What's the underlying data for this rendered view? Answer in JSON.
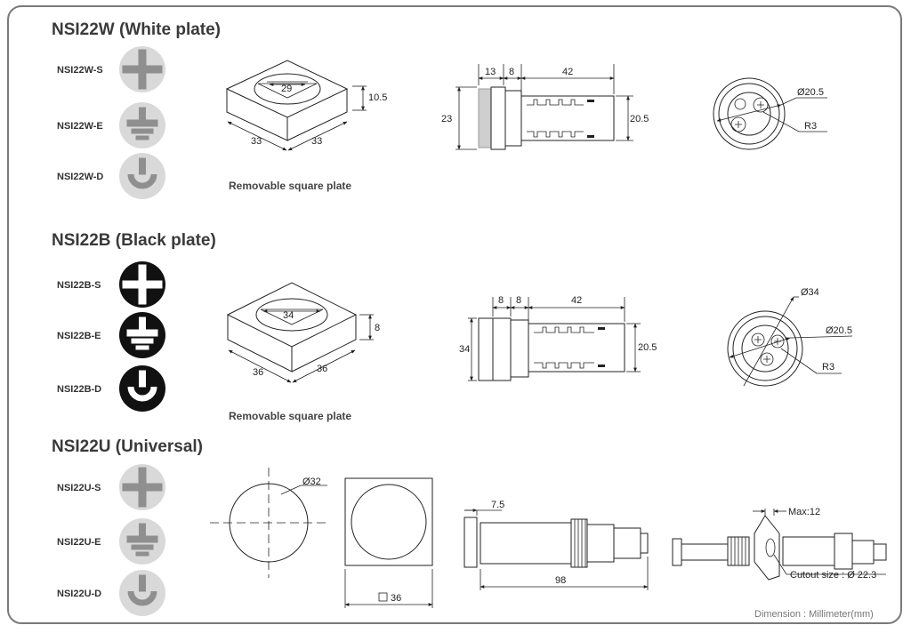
{
  "sections": [
    {
      "title": "NSI22W (White plate)",
      "codes": [
        "NSI22W-S",
        "NSI22W-E",
        "NSI22W-D"
      ],
      "plate_caption": "Removable square plate",
      "plate_dims": {
        "inner": "29",
        "height": "10.5",
        "left": "33",
        "right": "33"
      },
      "side_dims": {
        "a": "13",
        "b": "8",
        "c": "42",
        "h": "23",
        "d": "20.5"
      },
      "rear_dims": {
        "d": "Ø20.5",
        "r": "R3"
      }
    },
    {
      "title": "NSI22B (Black plate)",
      "codes": [
        "NSI22B-S",
        "NSI22B-E",
        "NSI22B-D"
      ],
      "plate_caption": "Removable square plate",
      "plate_dims": {
        "inner": "34",
        "height": "8",
        "left": "36",
        "right": "36"
      },
      "side_dims": {
        "a": "8",
        "b": "8",
        "c": "42",
        "h": "34",
        "d": "20.5"
      },
      "rear_dims": {
        "outer": "Ø34",
        "d": "Ø20.5",
        "r": "R3"
      }
    },
    {
      "title": "NSI22U (Universal)",
      "codes": [
        "NSI22U-S",
        "NSI22U-E",
        "NSI22U-D"
      ],
      "circle_dim": "Ø32",
      "square_dim": "36",
      "side_dims": {
        "flange": "7.5",
        "length": "98"
      },
      "mount_dims": {
        "max": "Max:12",
        "cutout": "Cutout size : Ø 22.3"
      }
    }
  ],
  "footer": "Dimension : Millimeter(mm)",
  "colors": {
    "white_icon": "#a8a8a8",
    "black_icon": "#111111",
    "frame": "#7a7a7a"
  }
}
